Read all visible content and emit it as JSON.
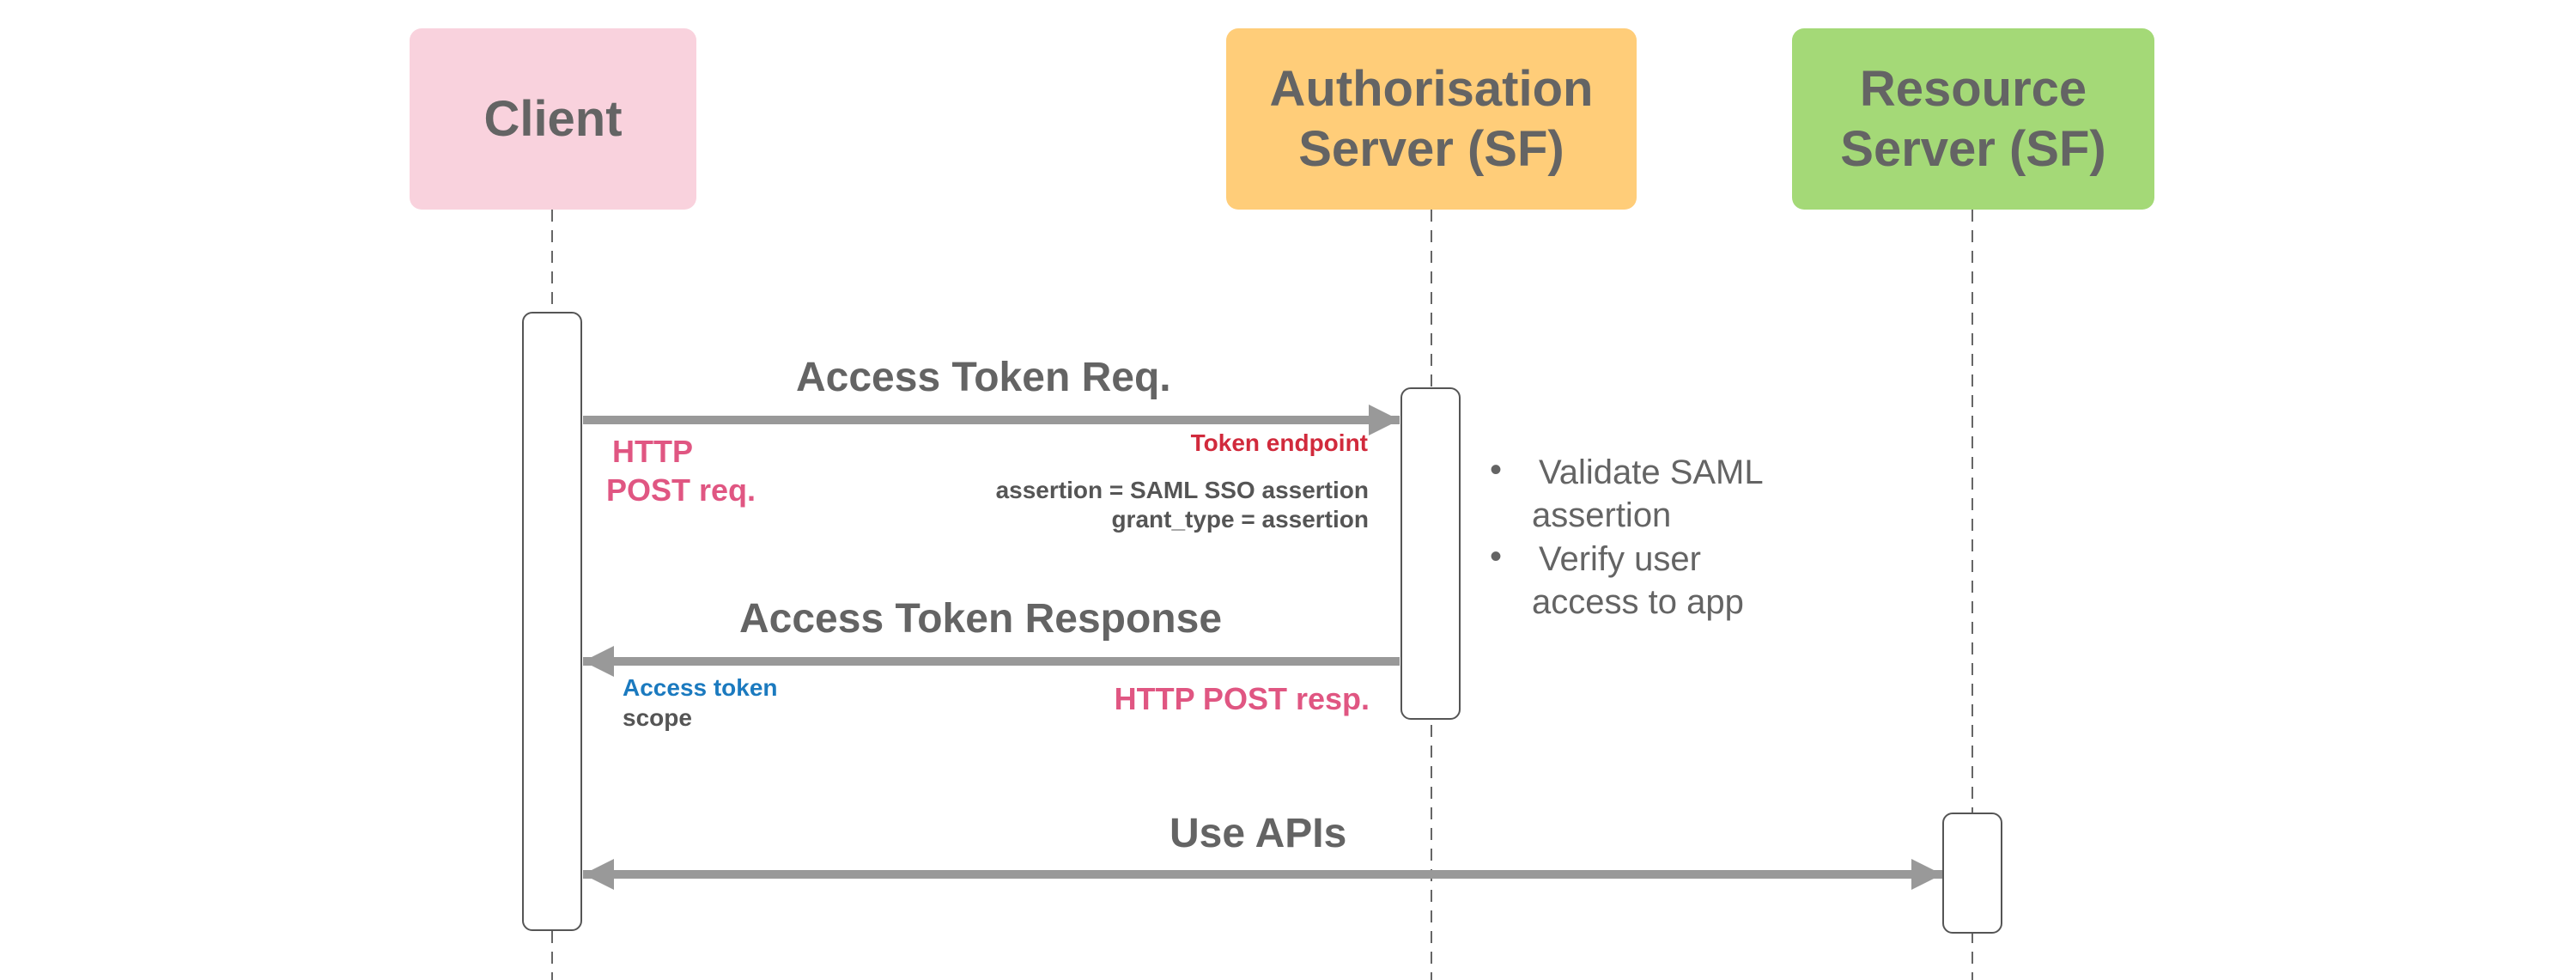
{
  "colors": {
    "client": "#f9d2dd",
    "auth": "#ffcd79",
    "resource": "#a4d977",
    "arrow": "#999999",
    "text": "#646464",
    "pink": "#e05682",
    "red": "#d12a3c",
    "blue": "#1b7abf"
  },
  "participants": {
    "client": "Client",
    "auth": "Authorisation\nServer (SF)",
    "resource": "Resource\nServer (SF)"
  },
  "messages": {
    "request": {
      "title": "Access Token Req.",
      "method_line1": "HTTP",
      "method_line2": "POST req.",
      "endpoint": "Token endpoint",
      "param1": "assertion =  SAML SSO assertion",
      "param2": "grant_type = assertion"
    },
    "response": {
      "title": "Access Token Response",
      "field1": "Access token",
      "field2": "scope",
      "method": "HTTP POST resp."
    },
    "apis": {
      "title": "Use APIs"
    }
  },
  "notes": {
    "item1_line1": "Validate SAML",
    "item1_line2": "assertion",
    "item2_line1": "Verify user",
    "item2_line2": "access to app"
  }
}
